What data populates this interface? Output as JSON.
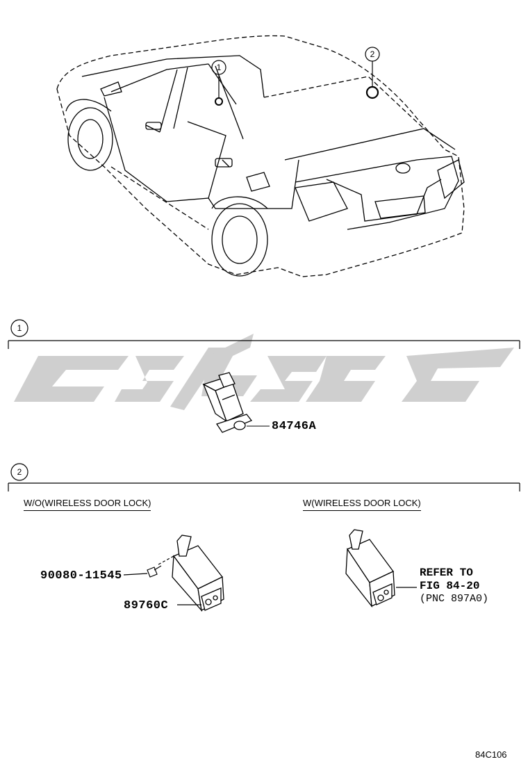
{
  "callouts": {
    "one": "1",
    "two": "2"
  },
  "section1": {
    "badge": "1",
    "part_number": "84746A"
  },
  "section2": {
    "badge": "2",
    "left": {
      "heading": "W/O(WIRELESS DOOR LOCK)",
      "bolt_part": "90080-11545",
      "module_part": "89760C"
    },
    "right": {
      "heading": "W(WIRELESS DOOR LOCK)",
      "refer_line1": "REFER TO",
      "refer_line2": "FIG 84-20",
      "refer_line3": "(PNC 897A0)"
    }
  },
  "figure_code": "84C106",
  "colors": {
    "line": "#000000",
    "watermark": "#cfcfcf"
  }
}
